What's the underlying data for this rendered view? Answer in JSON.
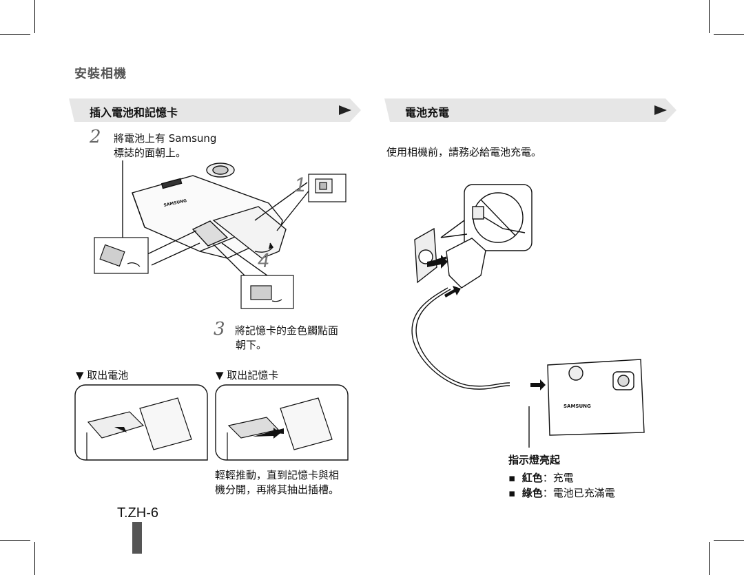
{
  "page": {
    "section_title": "安裝相機",
    "page_number": "T.ZH-6"
  },
  "left": {
    "banner": "插入電池和記憶卡",
    "step2_number": "2",
    "step2_text_line1": "將電池上有 Samsung",
    "step2_text_line2": "標誌的面朝上。",
    "step3_number": "3",
    "step3_text_line1": "將記憶卡的金色觸點面",
    "step3_text_line2": "朝下。",
    "callout_1": "1",
    "callout_4": "4",
    "camera_brand": "SAMSUNG",
    "remove_battery": "▼ 取出電池",
    "remove_card": "▼ 取出記憶卡",
    "remove_note_line1": "輕輕推動，直到記憶卡與相",
    "remove_note_line2": "機分開，再將其抽出插槽。"
  },
  "right": {
    "banner": "電池充電",
    "intro": "使用相機前，請務必給電池充電。",
    "camera_brand": "SAMSUNG",
    "indicator_title": "指示燈亮起",
    "indicators": [
      {
        "color_label": "紅色",
        "separator": "：",
        "meaning": "充電"
      },
      {
        "color_label": "綠色",
        "separator": "：",
        "meaning": "電池已充滿電"
      }
    ]
  }
}
